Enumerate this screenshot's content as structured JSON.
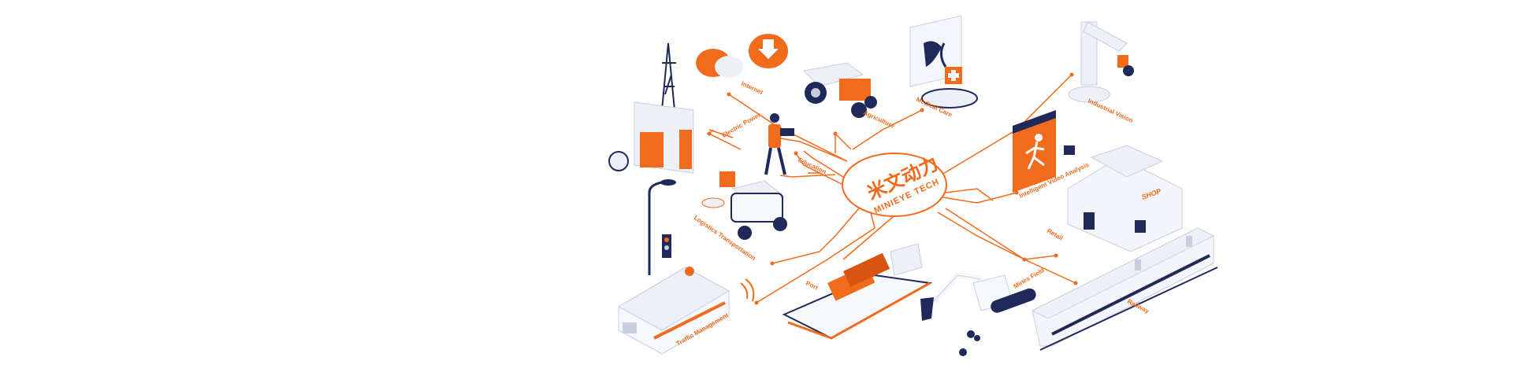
{
  "logo": {
    "chinese": "米文动力",
    "english": "MINIEYE TECH"
  },
  "labels": {
    "internet": "Internet",
    "agriculture": "Agriculture",
    "medical_care": "Medical Care",
    "industrial_vision": "Industrial Vision",
    "electric_power": "Electric Power",
    "education": "Education",
    "intelligent_video_analysis": "Intelligent Video Analysis",
    "logistics_transportation": "Logistics Transportation",
    "retail": "Retail",
    "port": "Port",
    "mines_field": "Mines Field",
    "traffic_management": "Traffic Management",
    "railway": "Railway",
    "shop_sign": "SHOP"
  },
  "colors": {
    "accent": "#f26a1b",
    "navy": "#1f2a5a",
    "light": "#eef0f7",
    "mid": "#c9cde0"
  }
}
